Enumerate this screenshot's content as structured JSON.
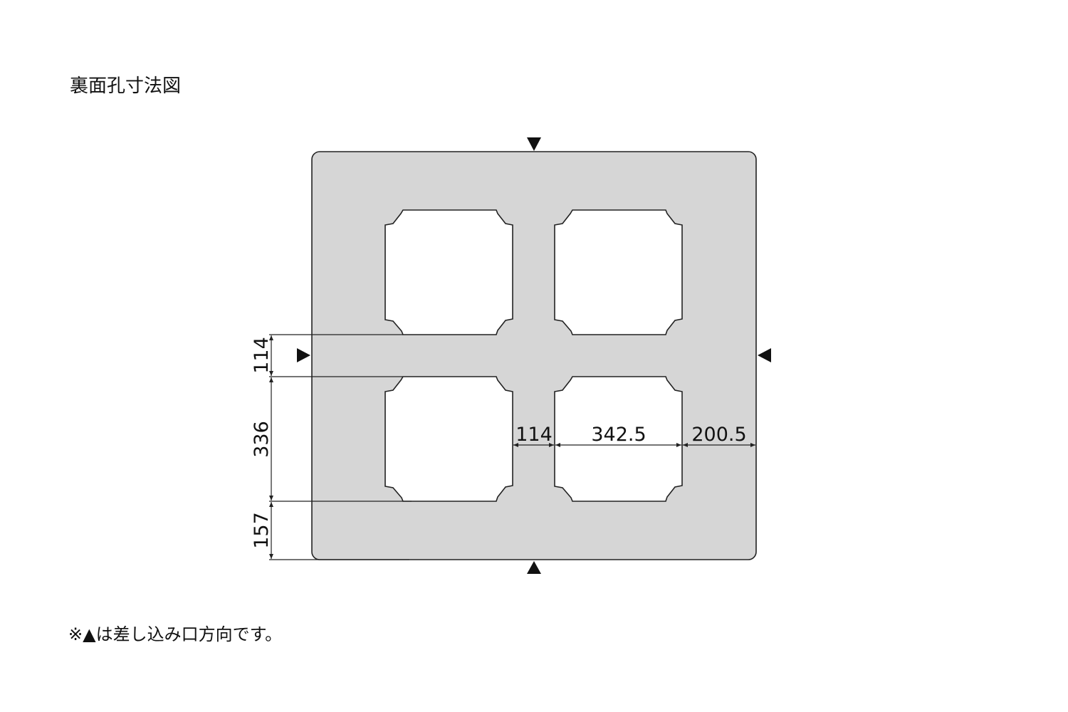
{
  "title": "裏面孔寸法図",
  "note": "※▲は差し込み口方向です。",
  "colors": {
    "plate": "#d6d6d6",
    "hole": "#ffffff",
    "line": "#222222"
  },
  "dimensions": {
    "vertical": {
      "gap": "114",
      "hole_height": "336",
      "bottom_margin": "157"
    },
    "horizontal": {
      "gap": "114",
      "hole_width": "342.5",
      "right_margin": "200.5"
    }
  },
  "markers": [
    "arrow-top",
    "arrow-bottom",
    "arrow-left",
    "arrow-right"
  ]
}
